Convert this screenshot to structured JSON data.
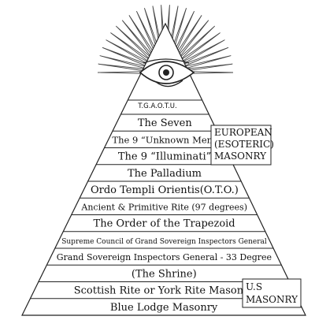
{
  "apex": {
    "label": "T.G.A.O.T.U.",
    "emblem": "all-seeing-eye"
  },
  "tiers": [
    {
      "label": "The Seven"
    },
    {
      "label": "The 9 “Unknown Men”"
    },
    {
      "label": "The 9 “Illuminati”"
    },
    {
      "label": "The Palladium"
    },
    {
      "label": "Ordo Templi Orientis(O.T.O.)"
    },
    {
      "label": "Ancient & Primitive Rite (97 degrees)"
    },
    {
      "label": "The Order of the Trapezoid"
    },
    {
      "label": "Supreme Council of Grand Sovereign Inspectors General"
    },
    {
      "label": "Grand Sovereign Inspectors General - 33 Degree"
    },
    {
      "label": "(The Shrine)"
    },
    {
      "label": "Scottish Rite or York Rite Masonry"
    },
    {
      "label": "Blue Lodge Masonry"
    }
  ],
  "groups": {
    "european": {
      "lines": [
        "EUROPEAN",
        "(ESOTERIC)",
        "MASONRY"
      ]
    },
    "us": {
      "lines": [
        "U.S",
        "MASONRY"
      ]
    }
  }
}
